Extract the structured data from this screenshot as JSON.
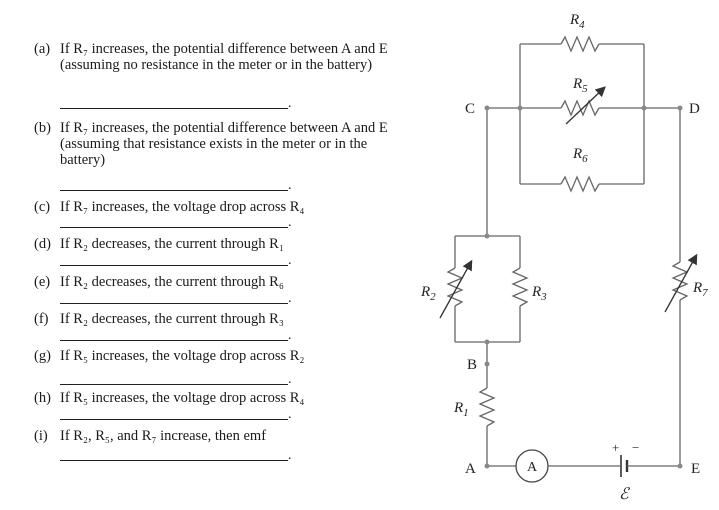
{
  "questions": [
    {
      "label": "(a)",
      "text": "If R₇ increases, the potential difference between A and E (assuming no resistance in the meter or in the battery)"
    },
    {
      "label": "(b)",
      "text": "If R₇ increases, the potential difference between A and E (assuming that resistance exists in the meter or in the battery)"
    },
    {
      "label": "(c)",
      "text": "If R₇ increases, the voltage drop across R₄"
    },
    {
      "label": "(d)",
      "text": "If R₂ decreases, the current through R₁"
    },
    {
      "label": "(e)",
      "text": "If R₂ decreases, the current through R₆"
    },
    {
      "label": "(f)",
      "text": "If R₂ decreases, the current through R₃"
    },
    {
      "label": "(g)",
      "text": "If R₅ increases, the voltage drop across R₂"
    },
    {
      "label": "(h)",
      "text": "If R₅ increases, the voltage drop across R₄"
    },
    {
      "label": "(i)",
      "text": "If R₂, R₅, and R₇ increase, then emf"
    }
  ],
  "circuit": {
    "nodes": {
      "A": "A",
      "B": "B",
      "C": "C",
      "D": "D",
      "E": "E"
    },
    "resistors": {
      "r1": {
        "main": "R",
        "sub": "1"
      },
      "r2": {
        "main": "R",
        "sub": "2"
      },
      "r3": {
        "main": "R",
        "sub": "3"
      },
      "r4": {
        "main": "R",
        "sub": "4"
      },
      "r5": {
        "main": "R",
        "sub": "5"
      },
      "r6": {
        "main": "R",
        "sub": "6"
      },
      "r7": {
        "main": "R",
        "sub": "7"
      }
    },
    "ammeter": "A",
    "battery": {
      "plus": "+",
      "minus": "−",
      "emf": "ℰ"
    }
  }
}
